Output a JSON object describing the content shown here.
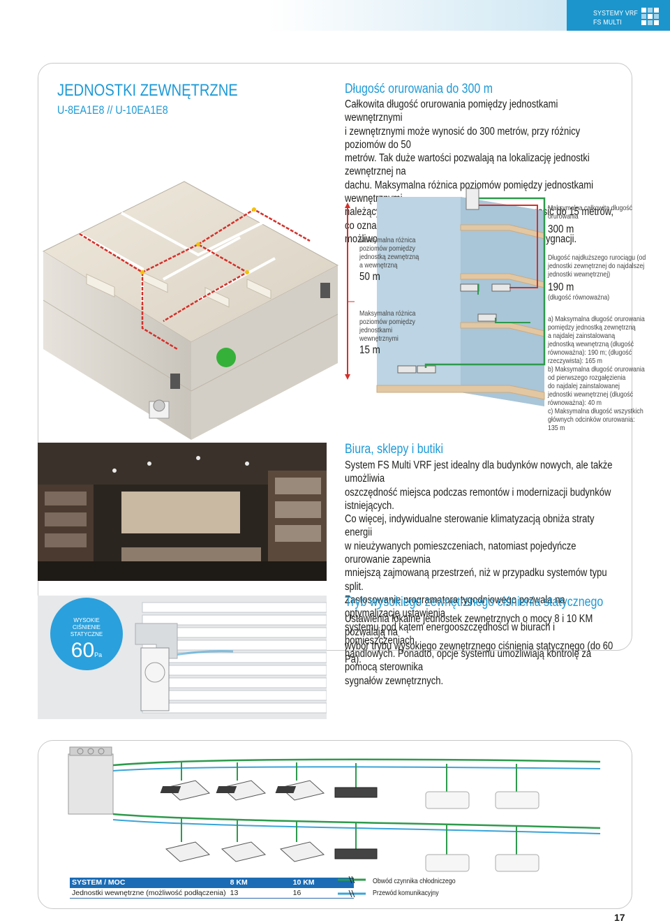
{
  "header": {
    "line1": "SYSTEMY VRF",
    "line2": "FS MULTI",
    "icon": "building-grid-icon"
  },
  "title": {
    "main": "JEDNOSTKI ZEWNĘTRZNE",
    "sub": "U-8EA1E8 // U-10EA1E8"
  },
  "pipe_length": {
    "heading": "Długość orurowania do 300 m",
    "text": "Całkowita długość orurowania pomiędzy jednostkami wewnętrznymi\ni zewnętrznymi może wynosić do 300 metrów, przy różnicy poziomów do 50\nmetrów. Tak duże wartości pozwalają na lokalizację jednostki zewnętrznej na\ndachu. Maksymalna różnica poziomów pomiędzy jednostkami wewnętrznymi\nnależącymi do tego samego systemu może wynosić do 15 metrów, co oznacza\nmożliwość objęcia jednym systemem 4 lub 5 kondygnacji."
  },
  "diagram": {
    "left1_label": "Maksymalna różnica\npoziomów pomiędzy\njednostką zewnętrzną\na wewnętrzną",
    "left1_value": "50 m",
    "left2_label": "Maksymalna różnica\npoziomów pomiędzy\njednostkami\nwewnętrznymi",
    "left2_value": "15 m",
    "right1_label": "Maksymalna całkowita długość\norurowania",
    "right1_value": "300 m",
    "right2_label": "Długość najdłuższego rurociągu (od\njednostki zewnętrznej do najdalszej\njednostki wewnętrznej)",
    "right2_value": "190 m",
    "right2_note": "(długość równoważna)",
    "notes": "a) Maksymalna długość orurowania\n    pomiędzy jednostką zewnętrzną\n    a najdalej zainstalowaną\n    jednostką wewnętrzną (długość\n    równoważna): 190 m; (długość\n    rzeczywista): 165 m\nb) Maksymalna długość orurowania\n    od pierwszego rozgałęzienia\n    do najdalej zainstalowanej\n    jednostki wewnętrznej (długość\n    równoważna): 40 m\nc) Maksymalna długość wszystkich\n    głównych odcinków orurowania:\n    135 m"
  },
  "offices": {
    "heading": "Biura, sklepy i butiki",
    "text": "System FS Multi VRF jest idealny dla budynków nowych, ale także umożliwia\noszczędność miejsca podczas remontów i modernizacji budynków istniejących.\nCo więcej, indywidualne sterowanie klimatyzacją obniża straty energii\nw nieużywanych pomieszczeniach, natomiast pojedyńcze orurowanie zapewnia\nmniejszą zajmowaną przestrzeń, niż w przypadku systemów typu split.\nZastosowanie programatora tygodniowego pozwala na optymalizację ustawienia\nsystemu pod kątem energooszczędności w biurach i pomieszczeniach\nhandlowych. Ponadto, opcje systemu umożliwiają kontrolę za pomocą sterownika\nsygnałów zewnętrznych."
  },
  "pressure": {
    "heading": "Tryb wysokiego zewnętrznego ciśnienia statycznego",
    "text": "Ustawienia lokalne jednostek zewnętrznych o mocy 8 i 10 KM pozwalają na\nwybór trybu wysokiego zewnętrznego ciśnienia statycznego (do 60 Pa).",
    "badge_line1": "WYSOKIE",
    "badge_line2": "CIŚNIENIE STATYCZNE",
    "badge_value": "60",
    "badge_unit": "Pa"
  },
  "table": {
    "headers": [
      "SYSTEM / MOC",
      "8 KM",
      "10 KM"
    ],
    "row": [
      "Jednostki wewnętrzne (możliwość podłączenia)",
      "13",
      "16"
    ]
  },
  "legend": {
    "refrigerant": "Obwód czynnika chłodniczego",
    "communication": "Przewód komunikacyjny",
    "refrigerant_color": "#2e9a4c",
    "communication_color": "#3aa4d8"
  },
  "page_number": "17",
  "colors": {
    "accent": "#1e9ad6",
    "header_tab": "#1c95cc",
    "pipe_red": "#d4302a"
  }
}
